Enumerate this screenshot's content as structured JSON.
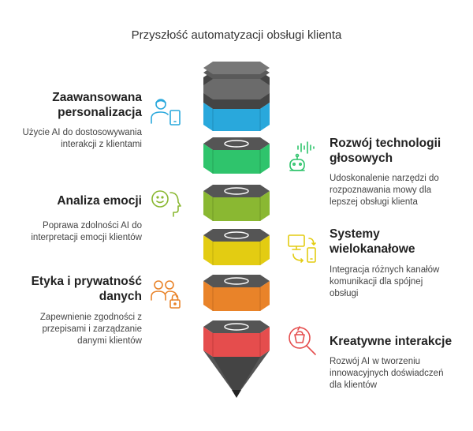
{
  "title": "Przyszłość automatyzacji obsługi klienta",
  "items": [
    {
      "heading_lines": [
        "Zaawansowana",
        "personalizacja"
      ],
      "desc_lines": [
        "Użycie AI do dostosowywania",
        "interakcji z klientami"
      ],
      "color": "#29a8dc",
      "icon": "person-tablet-icon"
    },
    {
      "heading_lines": [
        "Rozwój technologii",
        "głosowych"
      ],
      "desc_lines": [
        "Udoskonalenie narzędzi do",
        "rozpoznawania mowy dla",
        "lepszej obsługi klienta"
      ],
      "color": "#2fc46c",
      "icon": "voice-bot-icon"
    },
    {
      "heading_lines": [
        "Analiza emocji"
      ],
      "desc_lines": [
        "Poprawa zdolności AI do",
        "interpretacji emocji klientów"
      ],
      "color": "#8ab832",
      "icon": "emotion-head-icon"
    },
    {
      "heading_lines": [
        "Systemy",
        "wielokanałowe"
      ],
      "desc_lines": [
        "Integracja różnych kanałów",
        "komunikacji dla spójnej",
        "obsługi"
      ],
      "color": "#e3cc12",
      "icon": "multichannel-devices-icon"
    },
    {
      "heading_lines": [
        "Etyka i prywatność",
        "danych"
      ],
      "desc_lines": [
        "Zapewnienie zgodności z",
        "przepisami i zarządzanie",
        "danymi klientów"
      ],
      "color": "#e98329",
      "icon": "users-lock-icon"
    },
    {
      "heading_lines": [
        "Kreatywne interakcje"
      ],
      "desc_lines": [
        "Rozwój AI w tworzeniu",
        "innowacyjnych doświadczeń",
        "dla klientów"
      ],
      "color": "#e54d4d",
      "icon": "creative-search-icon"
    }
  ]
}
